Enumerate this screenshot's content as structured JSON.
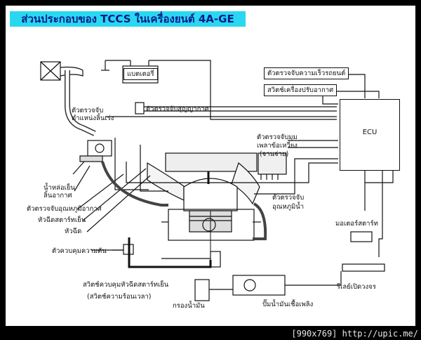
{
  "title": "ส่วนประกอบของ TCCS ในเครื่องยนต์ 4A-GE",
  "labels": {
    "battery": "แบตเตอรี่",
    "engine_speed_sensor": "ตัวตรวจจับความเร็วรถยนต์",
    "ac_switch": "สวิตช์เครื่องปรับอากาศ",
    "ecu": "ECU",
    "throttle_position_sensor_1": "ตัวตรวจจับ",
    "throttle_position_sensor_2": "ตำแหน่งลิ้นเร่ง",
    "vacuum_sensor": "ตัวตรวจจับสุญญากาศ",
    "distributor_angle_1": "ตัวตรวจจับมุม",
    "distributor_angle_2": "เพลาข้อเหวี่ยง",
    "distributor_angle_3": "(จานจ่าย)",
    "coolant_valve_1": "น้ำหล่อเย็น",
    "coolant_valve_2": "ลิ้นอากาศ",
    "intake_air_temp_sensor": "ตัวตรวจจับอุณหภูมิอากาศ",
    "cold_start_injector": "หัวฉีดสตาร์ทเย็น",
    "injector": "หัวฉีด",
    "water_temp_1": "ตัวตรวจจับ",
    "water_temp_2": "อุณหภูมิน้ำ",
    "starter_motor": "มอเตอร์สตาร์ท",
    "pressure_regulator": "ตัวควบคุมความดัน",
    "circuit_opening_relay": "รีเลย์เปิดวงจร",
    "start_injector_time_switch_1": "สวิตช์ควบคุมหัวฉีดสตาร์ทเย็น",
    "start_injector_time_switch_2": "(สวิตช์ความร้อนเวลา)",
    "fuel_filter": "กรองน้ำมัน",
    "fuel_pump": "ปั๊มน้ำมันเชื้อเพลิง"
  },
  "footer": "[990x769] http://upic.me/",
  "colors": {
    "title_bg": "#29d8f0",
    "title_text": "#0a1a8c"
  }
}
